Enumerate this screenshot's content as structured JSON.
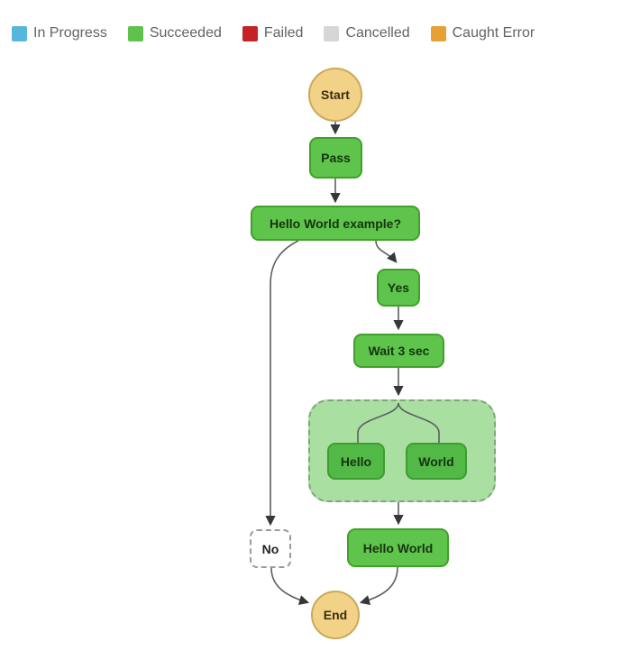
{
  "legend": {
    "items": [
      {
        "label": "In Progress",
        "color": "#56b7dc"
      },
      {
        "label": "Succeeded",
        "color": "#5fc24c"
      },
      {
        "label": "Failed",
        "color": "#c32426"
      },
      {
        "label": "Cancelled",
        "color": "#d6d6d6"
      },
      {
        "label": "Caught Error",
        "color": "#e8a035"
      }
    ]
  },
  "nodes": {
    "start": {
      "label": "Start"
    },
    "pass": {
      "label": "Pass"
    },
    "choice": {
      "label": "Hello World example?"
    },
    "yes": {
      "label": "Yes"
    },
    "wait": {
      "label": "Wait 3 sec"
    },
    "hello": {
      "label": "Hello"
    },
    "world": {
      "label": "World"
    },
    "hello_world": {
      "label": "Hello World"
    },
    "no": {
      "label": "No"
    },
    "end": {
      "label": "End"
    }
  },
  "colors": {
    "succeeded_fill": "#5ec44b",
    "succeeded_border": "#41a02c",
    "inner_fill": "#52b947",
    "inner_border": "#3e9c31",
    "group_fill": "#a9dfa1",
    "group_border": "#82a47c",
    "terminal_fill": "#f2d286",
    "terminal_border": "#cba85c",
    "node_text": "#16340f",
    "terminal_text": "#3a2e10",
    "edge": "#5b5f61",
    "arrow": "#34383a"
  }
}
